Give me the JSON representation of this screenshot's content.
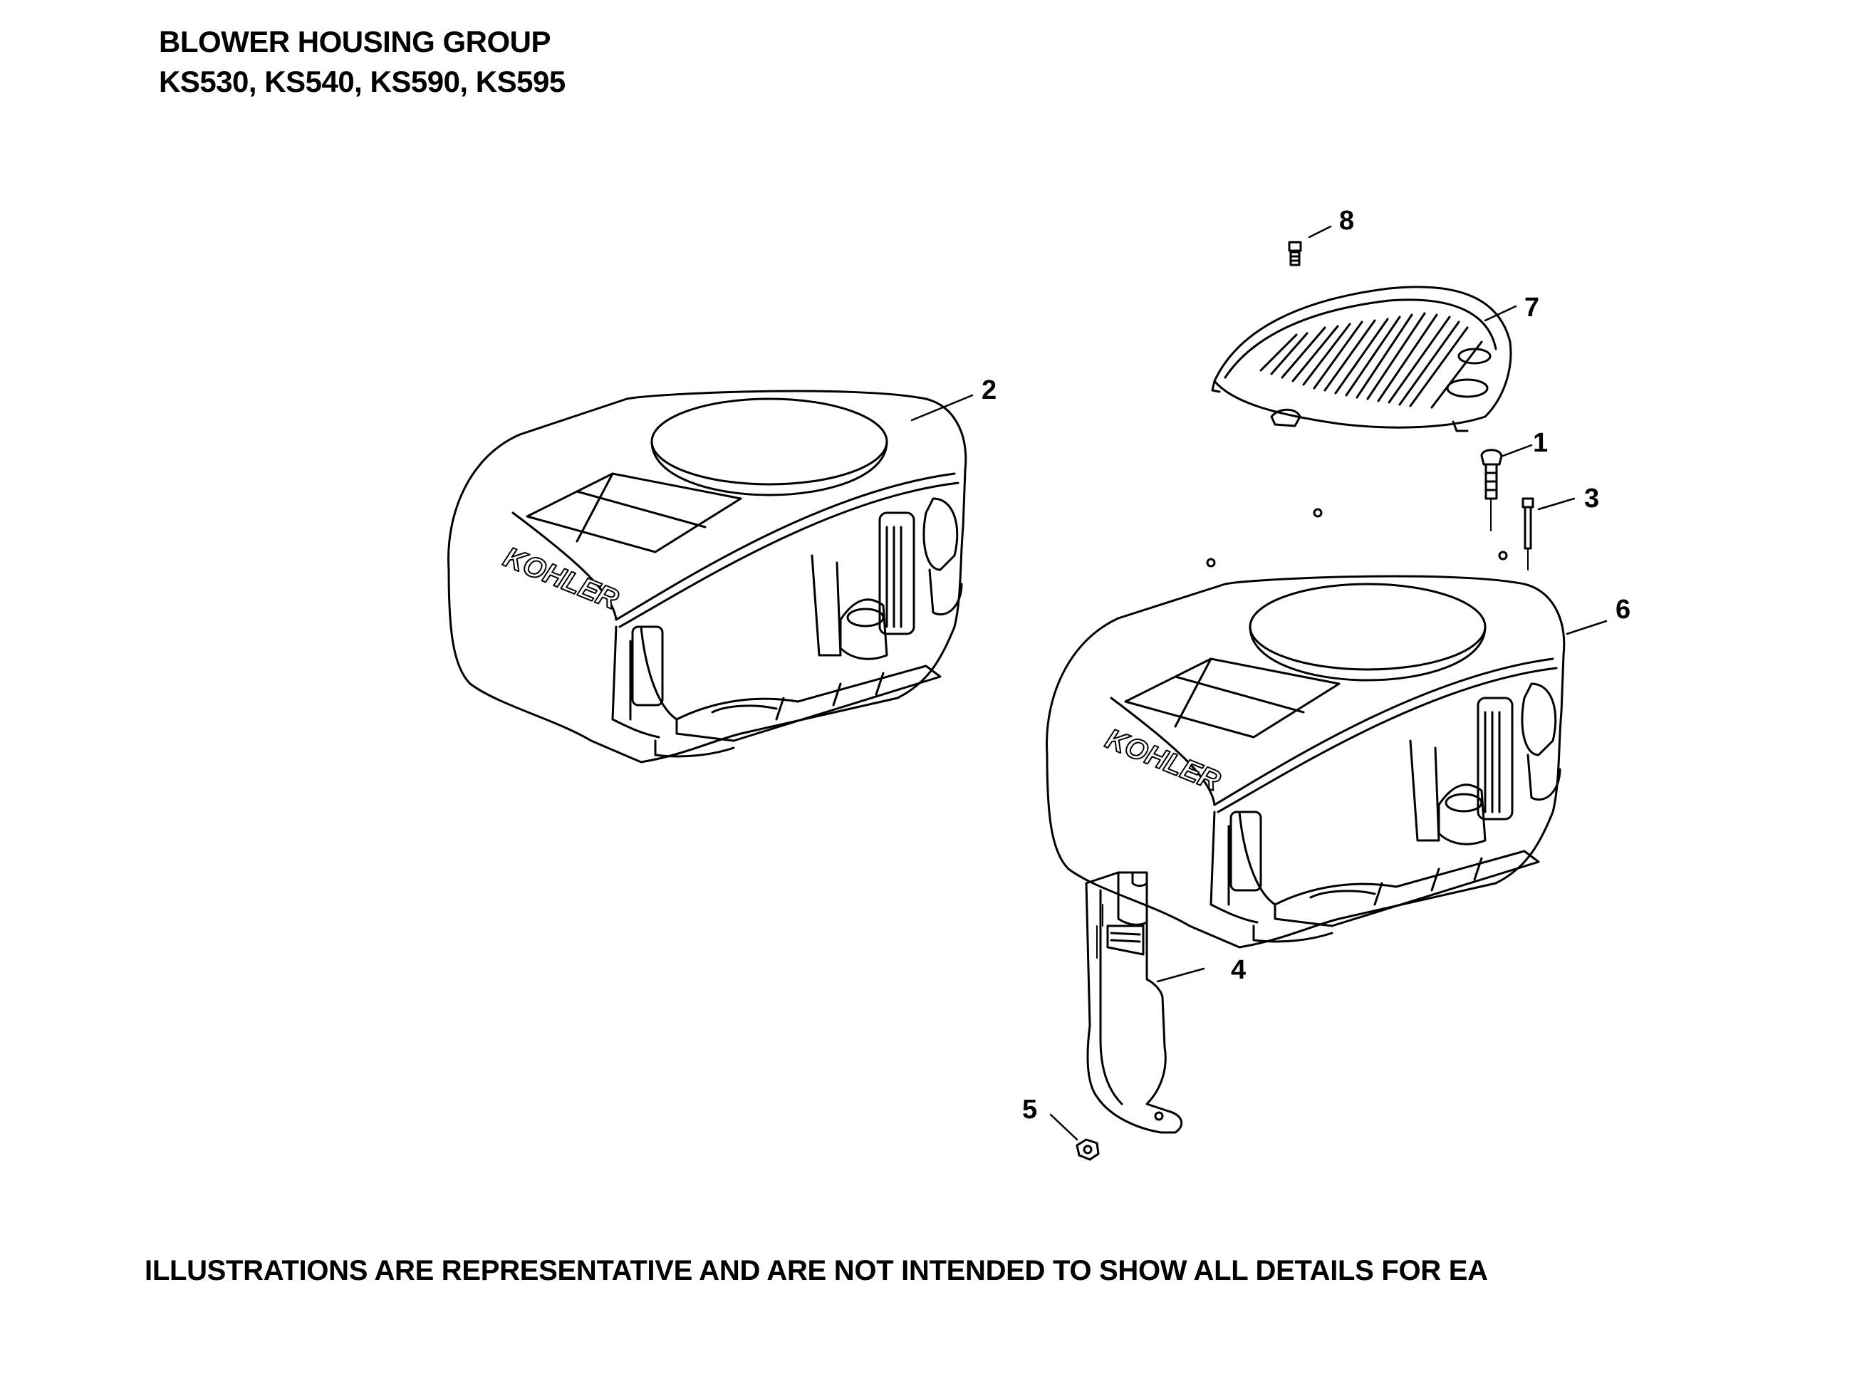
{
  "header": {
    "title": "BLOWER HOUSING GROUP",
    "models": "KS530, KS540, KS590, KS595"
  },
  "footer": {
    "note": "ILLUSTRATIONS ARE REPRESENTATIVE AND ARE NOT INTENDED TO SHOW ALL DETAILS FOR EA"
  },
  "parts": [
    {
      "number": "1",
      "label": "1"
    },
    {
      "number": "2",
      "label": "2"
    },
    {
      "number": "3",
      "label": "3"
    },
    {
      "number": "4",
      "label": "4"
    },
    {
      "number": "5",
      "label": "5"
    },
    {
      "number": "6",
      "label": "6"
    },
    {
      "number": "7",
      "label": "7"
    },
    {
      "number": "8",
      "label": "8"
    }
  ],
  "brand": {
    "housing_left_logo": "KOHLER",
    "housing_right_logo": "KOHLER"
  }
}
